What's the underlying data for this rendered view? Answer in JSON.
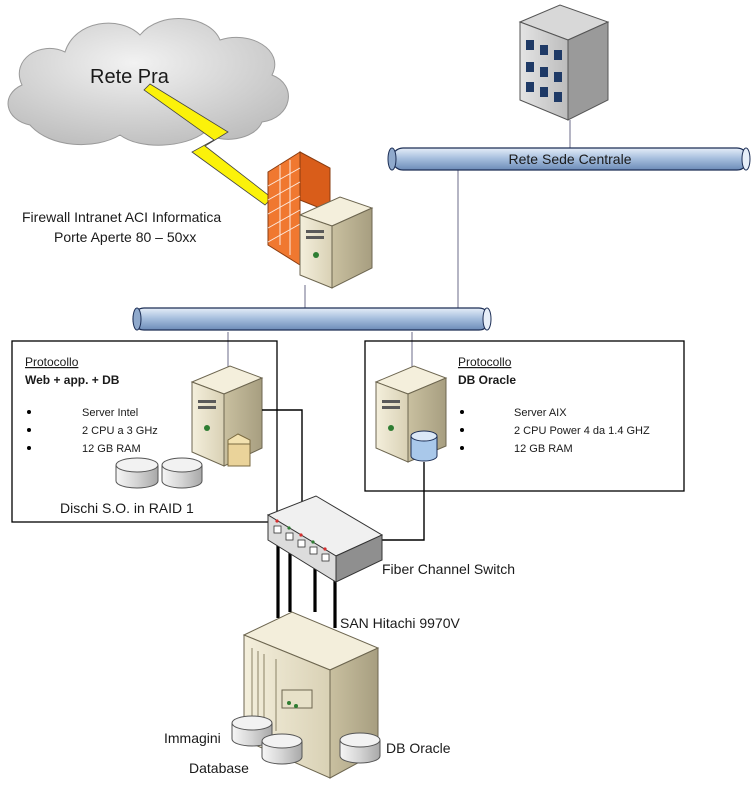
{
  "cloud": {
    "label": "Rete Pra"
  },
  "firewall": {
    "label_line1": "Firewall Intranet ACI Informatica",
    "label_line2": "Porte Aperte 80 – 50xx"
  },
  "networks": {
    "central": {
      "label": "Rete Sede Centrale"
    },
    "local": {
      "label": ""
    }
  },
  "server_left": {
    "title": "Protocollo",
    "subtitle": "Web + app. + DB",
    "bullets": [
      "Server Intel",
      "2 CPU a 3 GHz",
      "12 GB RAM"
    ],
    "disks_label": "Dischi S.O. in RAID 1"
  },
  "server_right": {
    "title": "Protocollo",
    "subtitle": "DB  Oracle",
    "bullets": [
      "Server AIX",
      "2 CPU Power 4 da 1.4 GHZ",
      "12 GB RAM"
    ]
  },
  "switch": {
    "label": "Fiber Channel Switch"
  },
  "san": {
    "label": "SAN Hitachi 9970V",
    "disk_labels": [
      "Immagini",
      "Database",
      "DB Oracle"
    ]
  },
  "colors": {
    "pipe": "#b8cde6",
    "pipe_stroke": "#1c2e55",
    "firewall": "#f07830",
    "server": "#ece6cf"
  }
}
